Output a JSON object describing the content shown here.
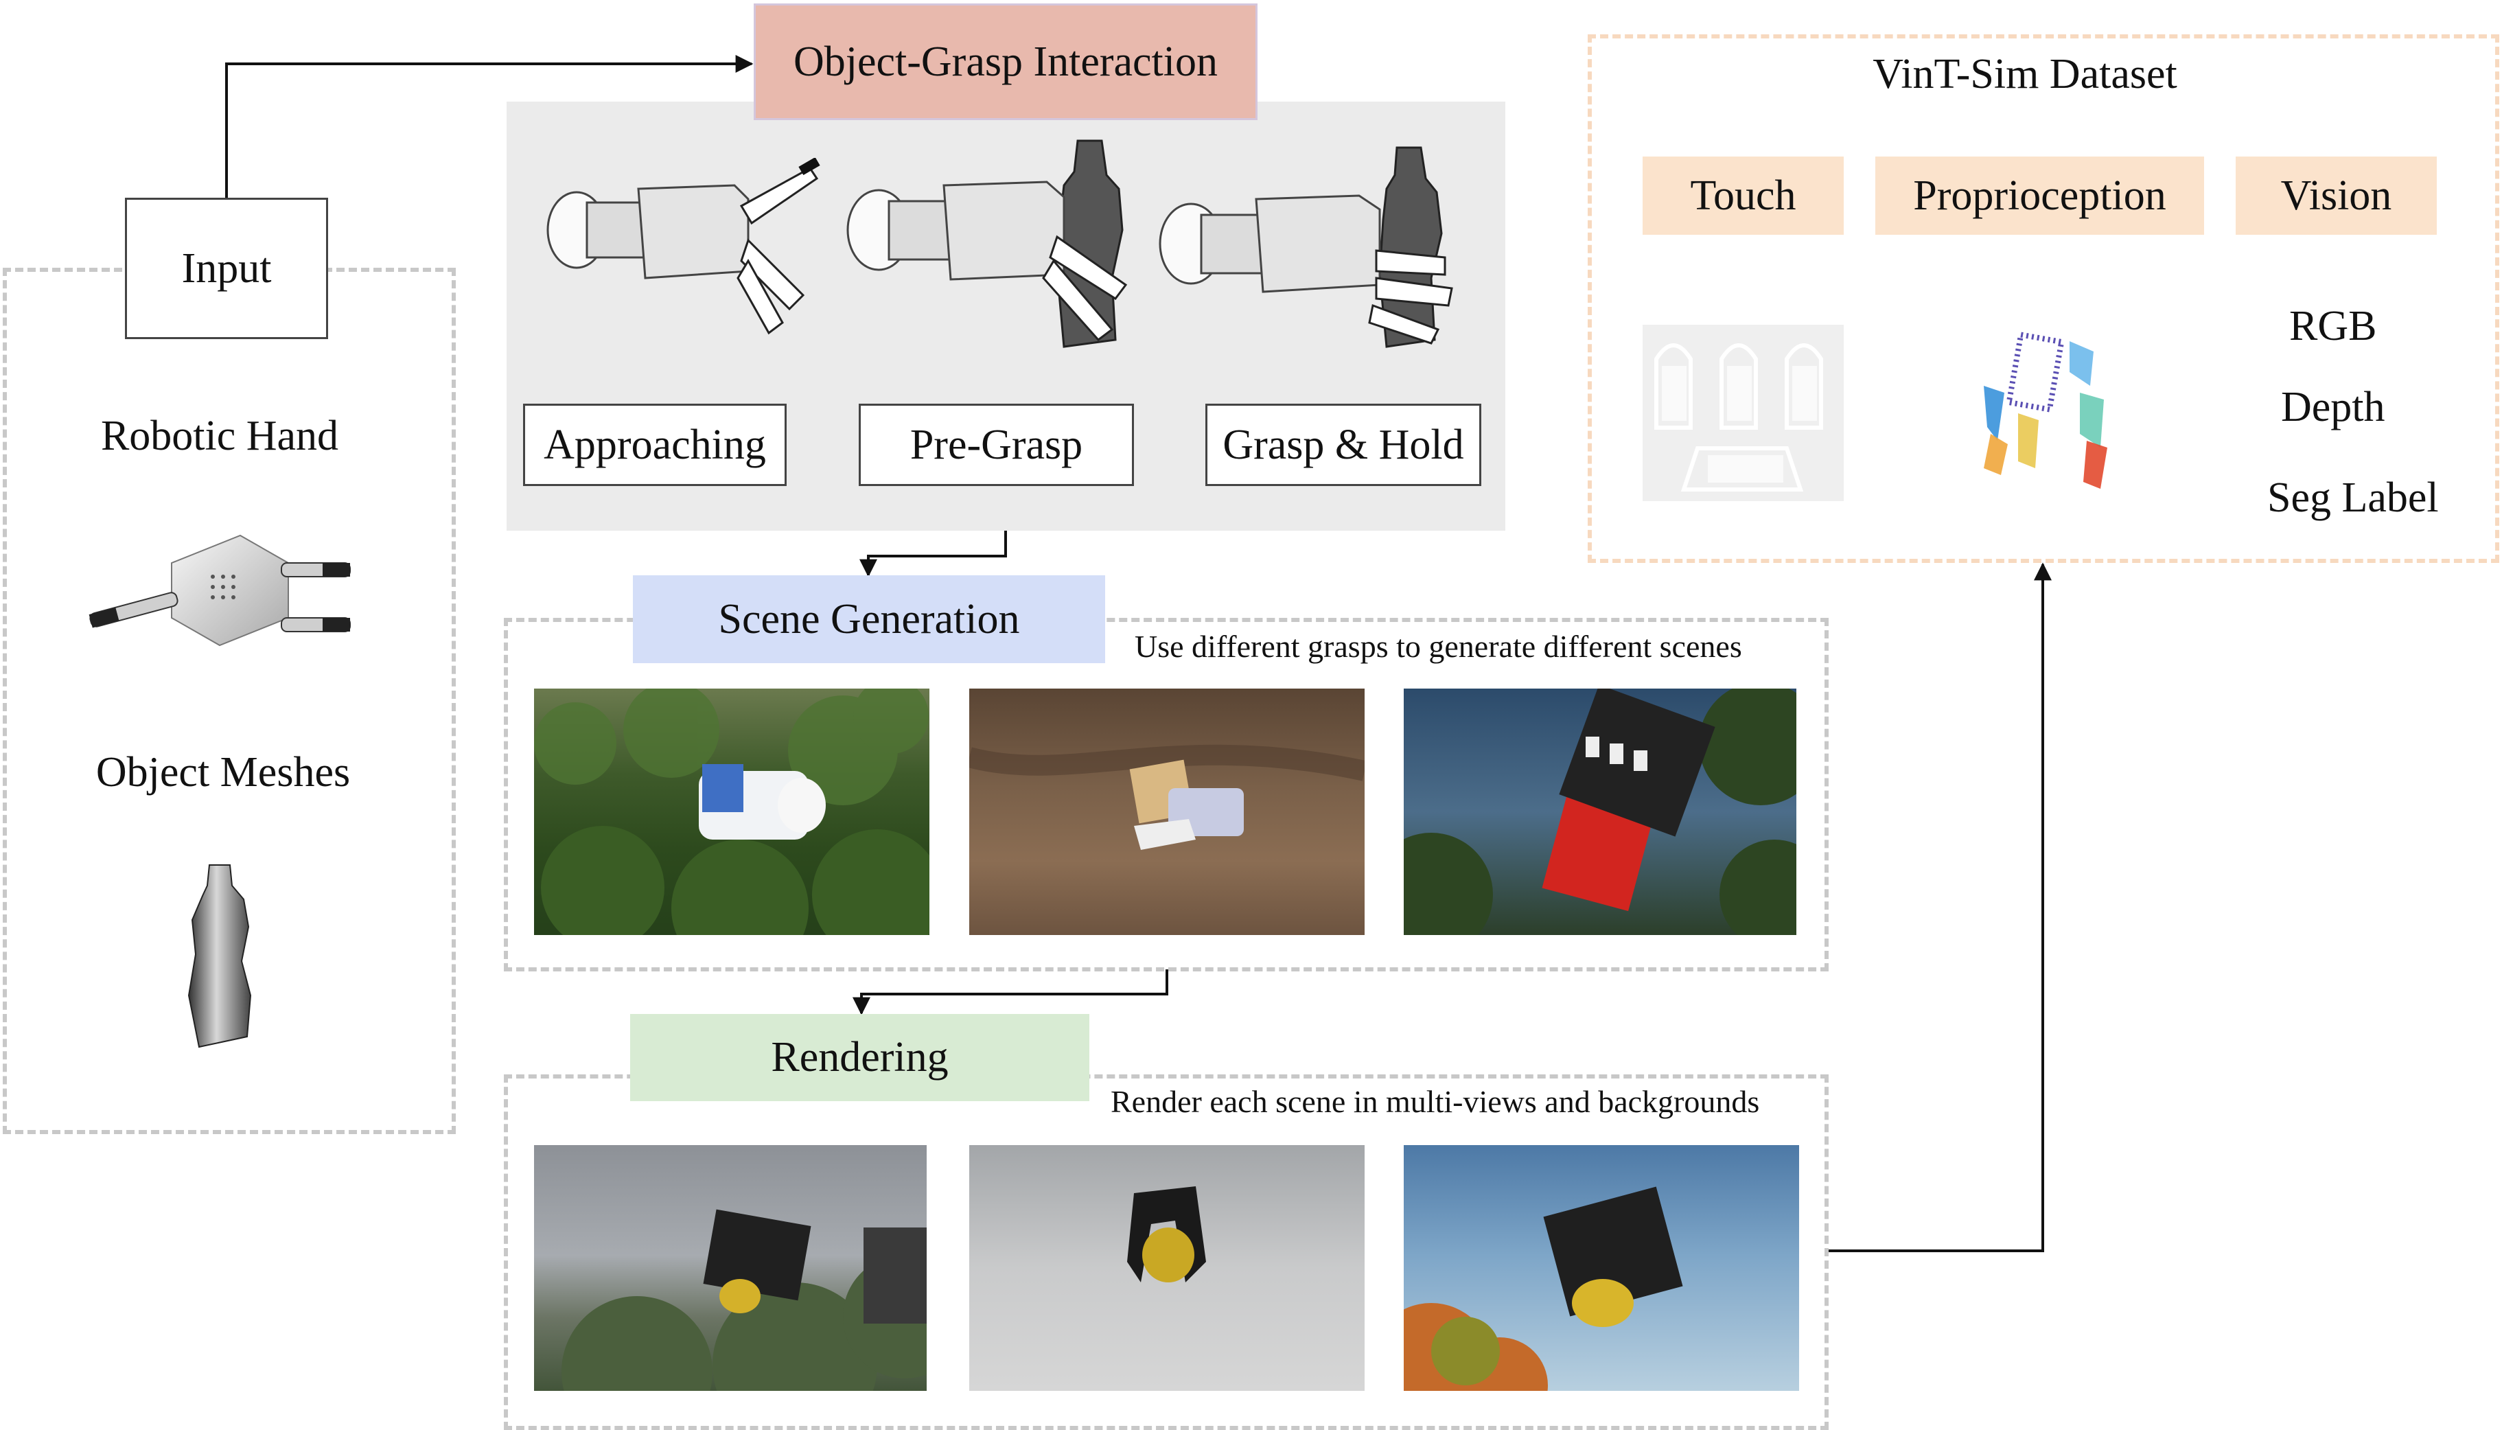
{
  "input": {
    "title": "Input",
    "robotic_hand": "Robotic Hand",
    "object_meshes": "Object Meshes"
  },
  "interaction": {
    "title": "Object-Grasp Interaction",
    "stages": [
      "Approaching",
      "Pre-Grasp",
      "Grasp & Hold"
    ]
  },
  "scene": {
    "title": "Scene Generation",
    "caption": "Use different grasps to generate different scenes"
  },
  "rendering": {
    "title": "Rendering",
    "caption": "Render each scene in multi-views and backgrounds"
  },
  "dataset": {
    "title": "VinT-Sim Dataset",
    "modalities": [
      "Touch",
      "Proprioception",
      "Vision"
    ],
    "vision_items": [
      "RGB",
      "Depth",
      "Seg Label"
    ]
  },
  "colors": {
    "interaction_header": "#e8b9ad",
    "scene_header": "#d4def8",
    "rendering_header": "#d8ebd3",
    "modality_fill": "#fbe3cc",
    "dataset_border": "#f7d9bf",
    "flow_arrow": "#55a845",
    "panel_gray": "#ebebeb"
  }
}
